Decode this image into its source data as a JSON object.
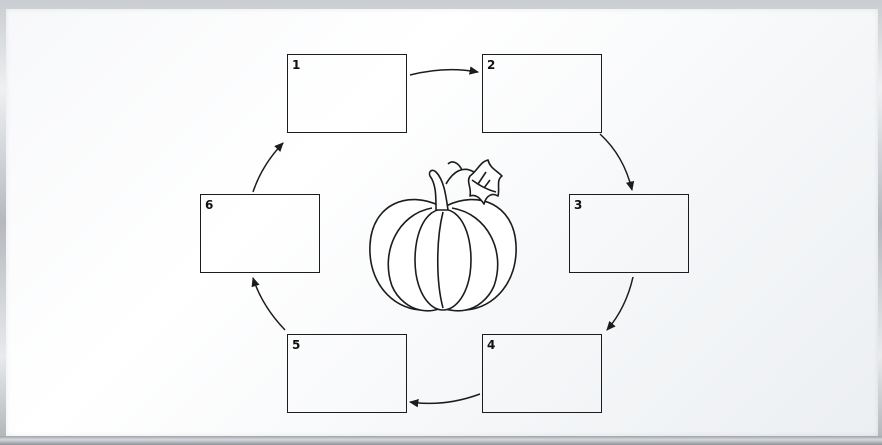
{
  "diagram": {
    "boxes": [
      {
        "label": "1"
      },
      {
        "label": "2"
      },
      {
        "label": "3"
      },
      {
        "label": "4"
      },
      {
        "label": "5"
      },
      {
        "label": "6"
      }
    ],
    "center_image": "pumpkin-icon",
    "colors": {
      "ink": "#1c1c1c",
      "board": "#f7f8fa"
    }
  }
}
